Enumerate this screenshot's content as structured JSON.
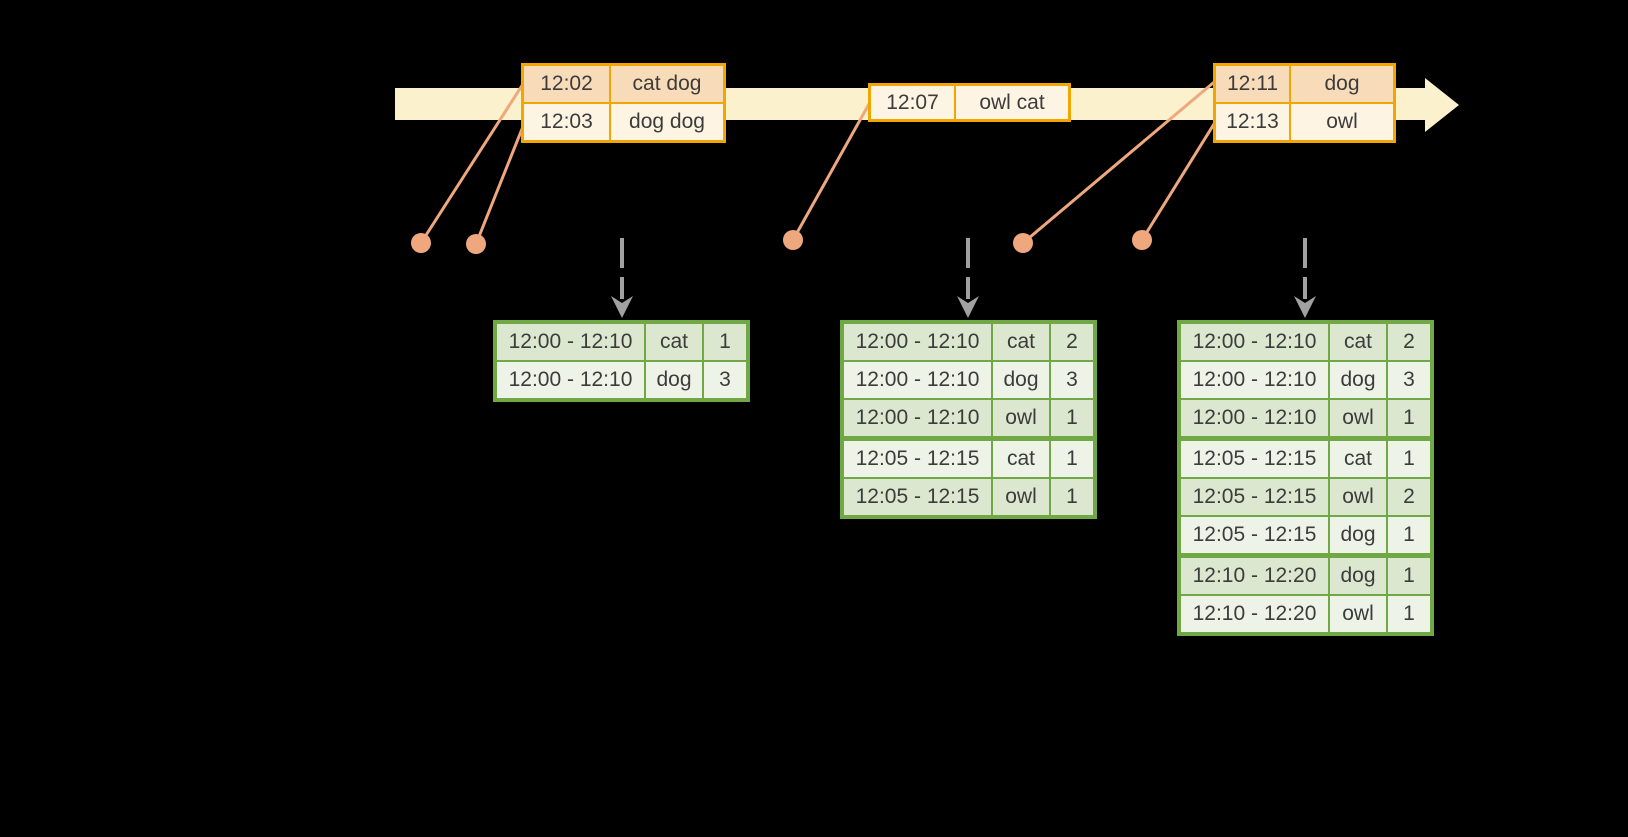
{
  "colors": {
    "background": "#000000",
    "timeline_band": "#FBF1CC",
    "event_table_border": "#F2A602",
    "event_row_dark": "#F8DCB9",
    "event_row_light": "#FDF4E3",
    "connector_salmon": "#EFA87E",
    "trigger_arrow_gray": "#A1A1A1",
    "result_table_border": "#6FA845",
    "result_row_dark": "#DBE7CE",
    "result_row_light": "#EEF3E8",
    "text": "#3C3C3C"
  },
  "event_tables": [
    {
      "rows": [
        {
          "time": "12:02",
          "words": "cat dog"
        },
        {
          "time": "12:03",
          "words": "dog dog"
        }
      ]
    },
    {
      "rows": [
        {
          "time": "12:07",
          "words": "owl cat"
        }
      ]
    },
    {
      "rows": [
        {
          "time": "12:11",
          "words": "dog"
        },
        {
          "time": "12:13",
          "words": "owl"
        }
      ]
    }
  ],
  "result_tables": [
    {
      "rows": [
        {
          "window": "12:00 - 12:10",
          "word": "cat",
          "count": "1"
        },
        {
          "window": "12:00 - 12:10",
          "word": "dog",
          "count": "3"
        }
      ]
    },
    {
      "rows": [
        {
          "window": "12:00 - 12:10",
          "word": "cat",
          "count": "2"
        },
        {
          "window": "12:00 - 12:10",
          "word": "dog",
          "count": "3"
        },
        {
          "window": "12:00 - 12:10",
          "word": "owl",
          "count": "1"
        },
        {
          "window": "12:05 - 12:15",
          "word": "cat",
          "count": "1"
        },
        {
          "window": "12:05 - 12:15",
          "word": "owl",
          "count": "1"
        }
      ]
    },
    {
      "rows": [
        {
          "window": "12:00 - 12:10",
          "word": "cat",
          "count": "2"
        },
        {
          "window": "12:00 - 12:10",
          "word": "dog",
          "count": "3"
        },
        {
          "window": "12:00 - 12:10",
          "word": "owl",
          "count": "1"
        },
        {
          "window": "12:05 - 12:15",
          "word": "cat",
          "count": "1"
        },
        {
          "window": "12:05 - 12:15",
          "word": "owl",
          "count": "2"
        },
        {
          "window": "12:05 - 12:15",
          "word": "dog",
          "count": "1"
        },
        {
          "window": "12:10 - 12:20",
          "word": "dog",
          "count": "1"
        },
        {
          "window": "12:10 - 12:20",
          "word": "owl",
          "count": "1"
        }
      ]
    }
  ]
}
